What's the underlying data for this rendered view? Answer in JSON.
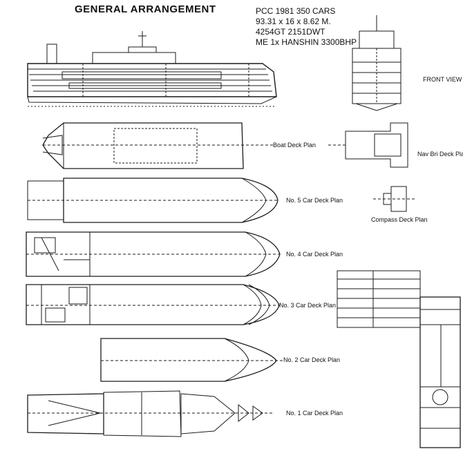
{
  "title": "GENERAL ARRANGEMENT",
  "specs": [
    "PCC 1981  350 CARS",
    "93.31 x 16 x 8.62 M.",
    "4254GT  2151DWT",
    "ME 1x HANSHIN 3300BHP"
  ],
  "labels": {
    "front_view": "FRONT VIEW",
    "boat_deck": "Boat Deck Plan",
    "nav_bri_deck": "Nav Bri Deck Plan",
    "no5": "No. 5 Car Deck Plan",
    "compass_deck": "Compass Deck Plan",
    "no4": "No. 4 Car Deck Plan",
    "no3": "No. 3 Car Deck Plan",
    "no2": "No. 2 Car Deck Plan",
    "no1": "No. 1 Car Deck Plan"
  },
  "colors": {
    "ink": "#1a1a1a",
    "paper": "#ffffff"
  }
}
